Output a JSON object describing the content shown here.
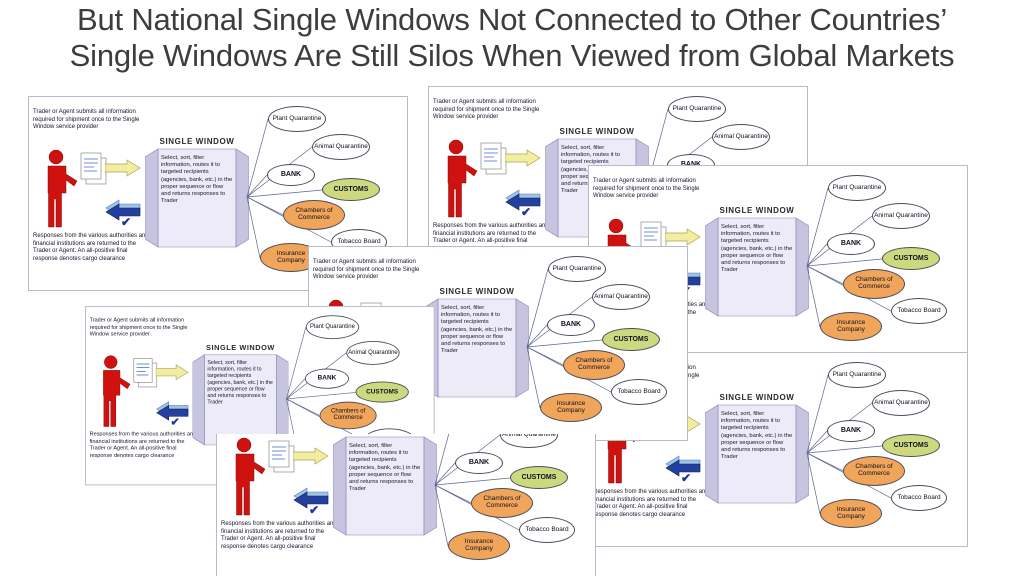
{
  "title": {
    "line1": "But National Single Windows Not Connected to Other Countries’",
    "line2": "Single Windows Are Still Silos When Viewed from Global Markets"
  },
  "diagram": {
    "window_label": "SINGLE WINDOW",
    "trader_text": "Trader or Agent submits all information required for shipment once to the Single Window service provider",
    "window_text": "Select, sort, filter information, routes it to targeted recipients (agencies, bank, etc.) in the proper sequence or flow and returns responses to Trader",
    "responses_text": "Responses from the various authorities and financial institutions are returned to the Trader or Agent. An all-positive final response denotes cargo clearance",
    "check_glyph": "✔",
    "nodes": {
      "plant": "Plant Quarantine",
      "animal": "Animal Quarantine",
      "bank": "BANK",
      "customs": "CUSTOMS",
      "chambers": "Chambers of Commerce",
      "tobacco": "Tobacco Board",
      "insurance": "Insurance Company"
    },
    "colors": {
      "customs_fill": "#ccd97e",
      "highlight_fill": "#f0a55a",
      "node_fill": "#ffffff",
      "person_red": "#cf1210",
      "window_lavender": "#c7c4e0",
      "submit_arrow_yellow": "#f2eda0",
      "response_arrow_blue": "#24409e"
    }
  }
}
